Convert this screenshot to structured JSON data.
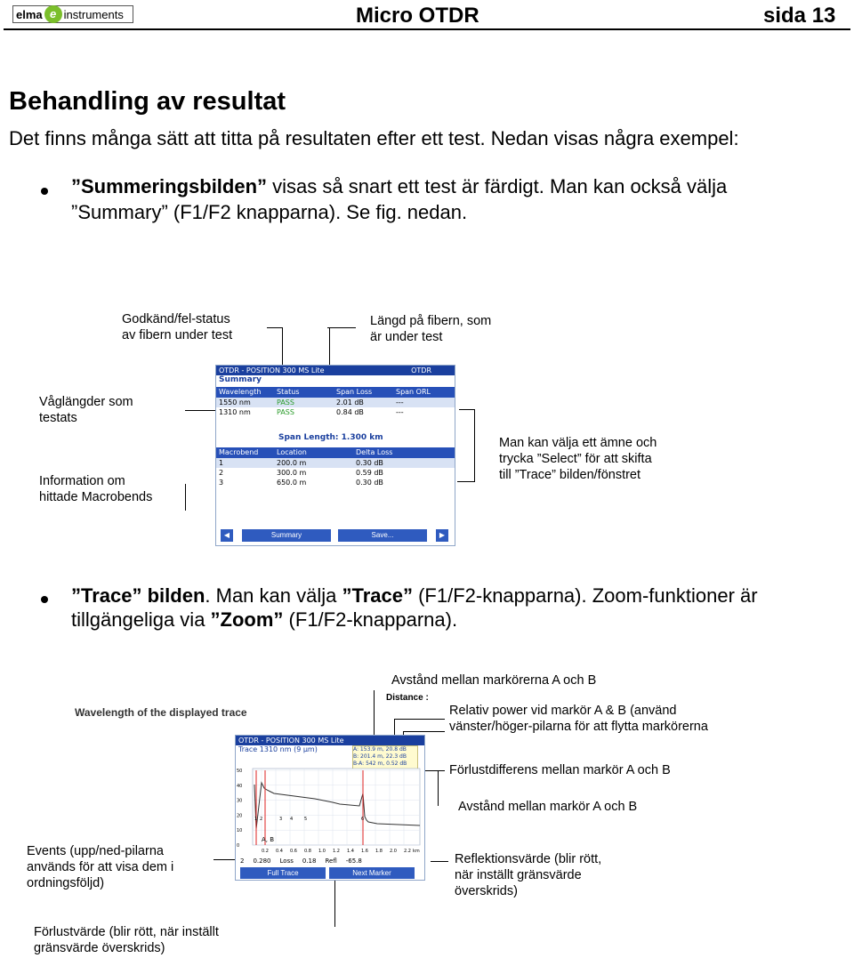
{
  "header": {
    "logo_left": "elma",
    "logo_e": "e",
    "logo_right": "instruments",
    "title": "Micro OTDR",
    "page": "sida 13"
  },
  "section": {
    "heading": "Behandling av resultat",
    "intro": "Det finns många sätt att titta på resultaten efter ett test. Nedan visas några exempel:"
  },
  "bullet1": {
    "bold": "”Summeringsbilden”",
    "text1": " visas så snart ett test är färdigt. Man kan också välja",
    "text2": "”Summary” (F1/F2 knapparna). Se fig. nedan."
  },
  "fig1": {
    "ann_status": [
      "Godkänd/fel-status",
      "av fibern under test"
    ],
    "ann_length": [
      "Längd på fibern, som",
      "är under test"
    ],
    "ann_wavelengths": [
      "Våglängder som",
      "testats"
    ],
    "ann_macro": [
      "Information om",
      "hittade Macrobends"
    ],
    "ann_select": [
      "Man kan välja ett ämne och",
      "trycka ”Select” för att skifta",
      "till ”Trace” bilden/fönstret"
    ],
    "screen": {
      "titlebar": "OTDR - POSITION 300 MS Lite",
      "titlebar_right": "OTDR",
      "subtitle": "Summary",
      "wl_headers": [
        "Wavelength",
        "Status",
        "Span Loss",
        "Span ORL"
      ],
      "wl_rows": [
        [
          "1550 nm",
          "PASS",
          "2.01 dB",
          "---"
        ],
        [
          "1310 nm",
          "PASS",
          "0.84 dB",
          "---"
        ]
      ],
      "span_length": "Span Length: 1.300 km",
      "mb_headers": [
        "Macrobend",
        "Location",
        "Delta Loss"
      ],
      "mb_rows": [
        [
          "1",
          "200.0 m",
          "0.30 dB"
        ],
        [
          "2",
          "300.0 m",
          "0.59 dB"
        ],
        [
          "3",
          "650.0 m",
          "0.30 dB"
        ]
      ],
      "btn_left": "◀",
      "btn_summary": "Summary",
      "btn_save": "Save...",
      "btn_right": "▶"
    }
  },
  "bullet2": {
    "bold1": "”Trace” bilden",
    "text1": ". Man kan välja ",
    "bold2": "”Trace”",
    "text2": " (F1/F2-knapparna). Zoom-funktioner är",
    "text3": "tillgängeliga via ",
    "bold3": "”Zoom”",
    "text4": " (F1/F2-knapparna)."
  },
  "fig2": {
    "ann_distance_ab": "Avstånd mellan markörerna A och B",
    "ann_distance_small": "Distance :",
    "ann_wavelength": "Wavelength of the displayed trace",
    "ann_relpower": [
      "Relativ power vid markör A & B (använd",
      "vänster/höger-pilarna för att flytta markörerna"
    ],
    "ann_lossdiff": "Förlustdifferens mellan markör A och B",
    "ann_dist_marker": "Avstånd mellan markör A och B",
    "ann_events": [
      "Events (upp/ned-pilarna",
      "används för att visa dem i",
      "ordningsföljd)"
    ],
    "ann_reflection": [
      "Reflektionsvärde (blir rött,",
      "när inställt gränsvärde",
      "överskrids)"
    ],
    "ann_loss": [
      "Förlustvärde (blir rött, när inställt",
      "gränsvärde överskrids)"
    ],
    "screen": {
      "titlebar": "OTDR - POSITION 300 MS Lite",
      "subtitle": "Trace 1310 nm (9 µm)",
      "marker_info": [
        "A: 153.9 m, 20.8 dB",
        "B: 201.4 m, 22.3 dB",
        "B-A: 542 m, 0.52 dB"
      ],
      "y_ticks": [
        "50",
        "40",
        "30",
        "20",
        "10",
        "0"
      ],
      "x_ticks": [
        "0.2",
        "0.4",
        "0.6",
        "0.8",
        "1.0",
        "1.2",
        "1.4",
        "1.6",
        "1.8",
        "2.0",
        "2.2"
      ],
      "x_unit": "km",
      "ab_label": "A, B",
      "event_labels": [
        "1",
        "2",
        "3",
        "4",
        "5",
        "6"
      ],
      "info_row": [
        "2",
        "0.280",
        "Loss",
        "0.18",
        "Refl",
        "-65.8"
      ],
      "btn_full": "Full Trace",
      "btn_next": "Next Marker"
    }
  }
}
